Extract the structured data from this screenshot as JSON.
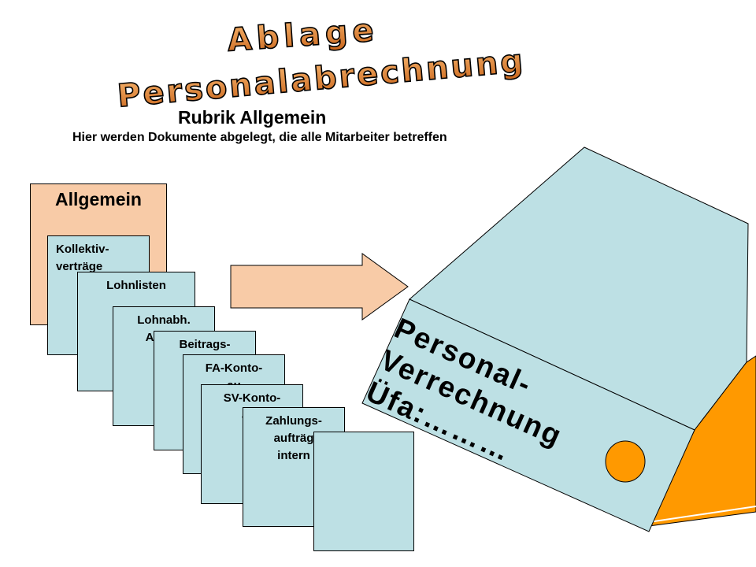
{
  "title": {
    "line1": "Ablage",
    "line2": "Personalabrechnung"
  },
  "subtitle": "Rubrik Allgemein",
  "description": "Hier werden Dokumente abgelegt, die alle Mitarbeiter betreffen",
  "main_card": {
    "label": "Allgemein"
  },
  "cards": [
    {
      "label": "Kollektiv-\nverträge"
    },
    {
      "label": "Lohnlisten"
    },
    {
      "label": "Lohnabh.\nAbg u."
    },
    {
      "label": "Beitrags-\nna"
    },
    {
      "label": "FA-Konto-\nau"
    },
    {
      "label": "SV-Konto-\naus"
    },
    {
      "label": "Zahlungs-\naufträg\nintern"
    },
    {
      "label": ""
    }
  ],
  "box": {
    "label": "Personal-\nVerrechnung\nÜfa:………"
  },
  "colors": {
    "title_fill": "#e8923a",
    "card_fill": "#bde0e4",
    "main_card_fill": "#f8cba7",
    "arrow_fill": "#f8cba7",
    "box_side": "#ff9900"
  }
}
